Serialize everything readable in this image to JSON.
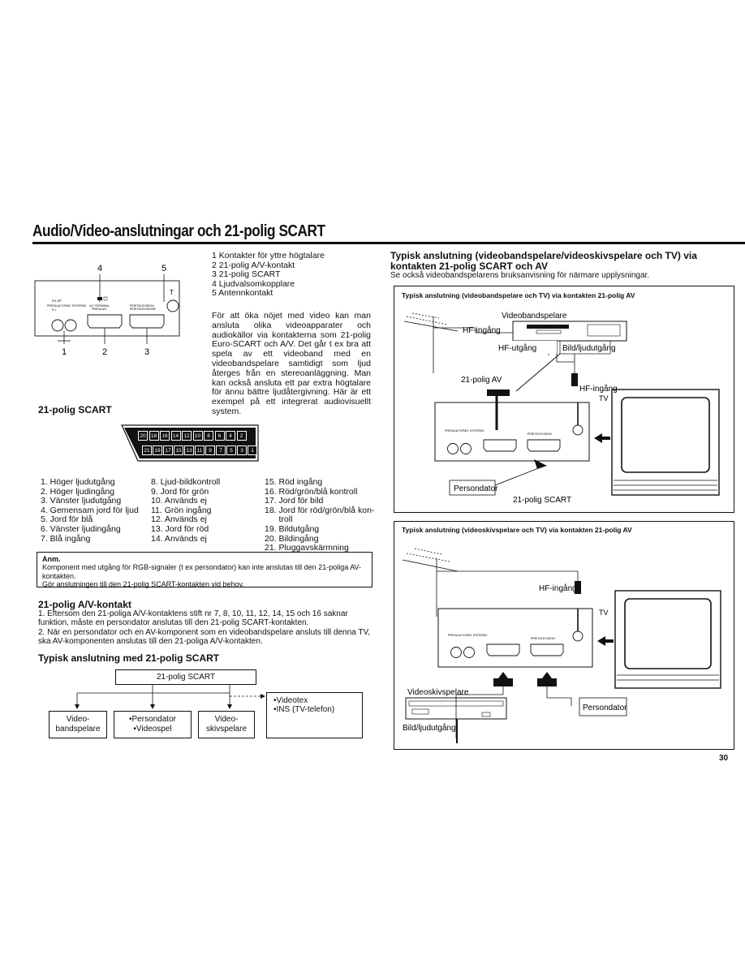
{
  "page": {
    "title": "Audio/Video-anslutningar och 21-polig SCART",
    "page_number": "30"
  },
  "connector_panel": {
    "top_labels": [
      "4",
      "5"
    ],
    "bottom_labels": [
      "1",
      "2",
      "3"
    ],
    "panel_text": {
      "ex_sp": "EX-SP",
      "ex_sp_sub": "R     L",
      "av_terminal": "A/V TERMINAL",
      "av_terminal_sub": "PRESA A/V",
      "peritel": "PERITELEVISION",
      "peritel_sub": "PERITELEVISIONE",
      "ext_speaker": "PRESA ALTOPAR. ESTERNO"
    },
    "antenna_symbol": "T"
  },
  "legend_numbered": [
    "1  Kontakter för yttre högtalare",
    "2  21-polig A/V-kontakt",
    "3  21-polig SCART",
    "4  Ljudvalsomkopplare",
    "5  Antennkontakt"
  ],
  "intro_paragraph": "För att öka nöjet med video kan man ansluta olika videoapparater och audiokällor via kontakterna som 21-polig Euro-SCART och A/V. Det går t ex bra att spela av ett videoband med en videobandspelare samtidigt som ljud återges från en stereoanläggning. Man kan också ansluta ett par extra högtalare för ännu bättre ljudåtergivning. Här är ett exempel på ett integrerat audiovisuellt system.",
  "scart_section": {
    "heading": "21-polig SCART",
    "pins_top": [
      "20",
      "18",
      "16",
      "14",
      "12",
      "10",
      "8",
      "6",
      "4",
      "2"
    ],
    "pins_bottom": [
      "21",
      "19",
      "17",
      "15",
      "13",
      "11",
      "9",
      "7",
      "5",
      "3",
      "1"
    ],
    "col1": [
      "1. Höger ljudutgång",
      "2. Höger ljudingång",
      "3. Vänster ljudutgång",
      "4. Gemensam jord för ljud",
      "5. Jord för blå",
      "6. Vänster ljudingång",
      "7. Blå ingång"
    ],
    "col2": [
      "8. Ljud-bildkontroll",
      "9. Jord för grön",
      "10. Används ej",
      "11. Grön ingång",
      "12. Används ej",
      "13. Jord för röd",
      "14. Används ej"
    ],
    "col3": [
      "15. Röd ingång",
      "16. Röd/grön/blå kontroll",
      "17. Jord för bild",
      "18. Jord för röd/grön/blå kon-",
      "      troll",
      "19. Bildutgång",
      "20. Bildingång",
      "21. Pluggavskärmning"
    ]
  },
  "note": {
    "heading": "Anm.",
    "text1": "Komponent med utgång för RGB-signaler (t ex persondator) kan inte anslutas till den 21-poliga AV-kontakten.",
    "text2": "Gör anslutningen till den 21-polig SCART-kontakten vid behov."
  },
  "av_section": {
    "heading": "21-polig A/V-kontakt",
    "item1": "1. Eftersom den 21-poliga A/V-kontaktens stift nr 7, 8, 10, 11, 12, 14, 15 och 16 saknar funktion, måste en persondator anslutas till den 21-polig SCART-kontakten.",
    "item2": "2. När en persondator och en AV-komponent som en videobandspelare ansluts till denna TV, ska AV-komponenten anslutas till den 21-poliga A/V-kontakten."
  },
  "typical_scart": {
    "heading": "Typisk anslutning med 21-polig SCART",
    "root": "21-polig SCART",
    "box1": "Video-\nbandspelare",
    "box2": "•Persondator\n•Videospel",
    "box3": "Video-\nskivspelare",
    "box4": "•Videotex\n•INS (TV-telefon)"
  },
  "right_section": {
    "heading": "Typisk anslutning (videobandspelare/videoskivspelare och TV) via kontakten 21-polig SCART och AV",
    "subtext": "Se också videobandspelarens bruksanvisning för närmare upplysningar."
  },
  "diagram1": {
    "title": "Typisk anslutning (videobandspelare och TV) via kontakten 21-polig AV",
    "vcr_label": "Videobandspelare",
    "hf_in": "HF-ingång",
    "hf_out": "HF-utgång",
    "av_out": "Bild/ljudutgång",
    "av_label": "21-polig AV",
    "hf_in2": "HF-ingång",
    "tv_label": "TV",
    "pc": "Persondator",
    "scart_label": "21-polig SCART"
  },
  "diagram2": {
    "title": "Typisk anslutning (videoskivspelare och TV) via kontakten 21-polig AV",
    "hf_in": "HF-ingång",
    "tv_label": "TV",
    "disc_player": "Videoskivspelare",
    "av_out": "Bild/ljudutgång",
    "pc": "Persondator"
  },
  "colors": {
    "ink": "#111111",
    "paper": "#ffffff"
  }
}
